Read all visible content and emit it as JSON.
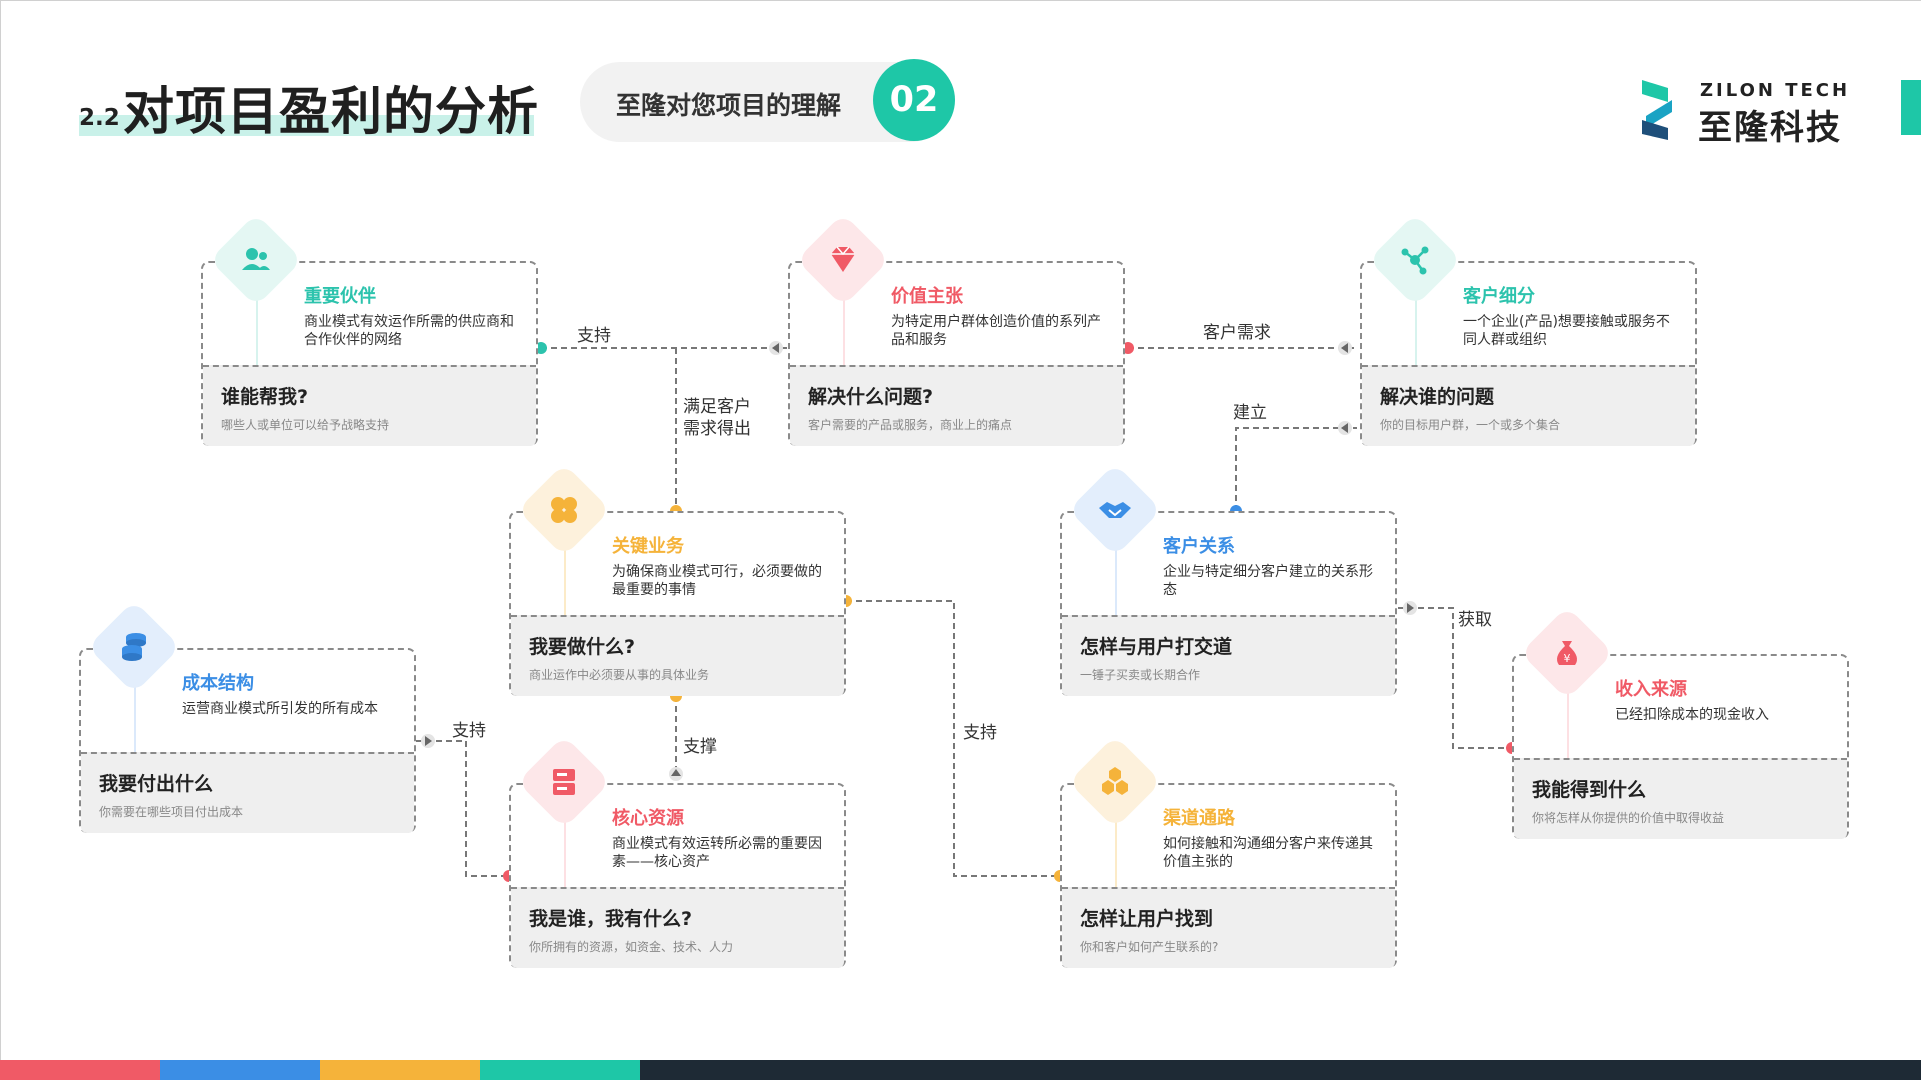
{
  "header": {
    "section_num": "2.2",
    "title": "对项目盈利的分析",
    "pill_label": "至隆对您项目的理解",
    "pill_number": "02",
    "logo_en": "ZILON TECH",
    "logo_cn": "至隆科技"
  },
  "colors": {
    "accent": "#1ec7a7",
    "teal": "#2cc3ad",
    "red": "#f05a66",
    "yellow": "#f5b33a",
    "blue": "#3b8ee5",
    "connector": "#777777"
  },
  "cards": {
    "partners": {
      "icon": "users-icon",
      "title": "重要伙伴",
      "desc": "商业模式有效运作所需的供应商和合作伙伴的网络",
      "question": "谁能帮我?",
      "sub": "哪些人或单位可以给予战略支持"
    },
    "value": {
      "icon": "diamond-gem-icon",
      "title": "价值主张",
      "desc": "为特定用户群体创造价值的系列产品和服务",
      "question": "解决什么问题?",
      "sub": "客户需要的产品或服务，商业上的痛点"
    },
    "segments": {
      "icon": "network-nodes-icon",
      "title": "客户细分",
      "desc": "一个企业(产品)想要接触或服务不同人群或组织",
      "question": "解决谁的问题",
      "sub": "你的目标用户群，一个或多个集合"
    },
    "activities": {
      "icon": "clover-grid-icon",
      "title": "关键业务",
      "desc": "为确保商业模式可行，必须要做的最重要的事情",
      "question": "我要做什么?",
      "sub": "商业运作中必须要从事的具体业务"
    },
    "relations": {
      "icon": "handshake-icon",
      "title": "客户关系",
      "desc": "企业与特定细分客户建立的关系形态",
      "question": "怎样与用户打交道",
      "sub": "一锤子买卖或长期合作"
    },
    "cost": {
      "icon": "coin-stack-icon",
      "title": "成本结构",
      "desc": "运营商业模式所引发的所有成本",
      "question": "我要付出什么",
      "sub": "你需要在哪些项目付出成本"
    },
    "revenue": {
      "icon": "money-bag-icon",
      "title": "收入来源",
      "desc": "已经扣除成本的现金收入",
      "question": "我能得到什么",
      "sub": "你将怎样从你提供的价值中取得收益"
    },
    "resources": {
      "icon": "server-icon",
      "title": "核心资源",
      "desc": "商业模式有效运转所必需的重要因素——核心资产",
      "question": "我是谁，我有什么?",
      "sub": "你所拥有的资源，如资金、技术、人力"
    },
    "channels": {
      "icon": "hexagons-icon",
      "title": "渠道通路",
      "desc": "如何接触和沟通细分客户来传递其价值主张的",
      "question": "怎样让用户找到",
      "sub": "你和客户如何产生联系的?"
    }
  },
  "connector_labels": {
    "support_top": "支持",
    "customer_needs": "客户需求",
    "satisfy_needs": "满足客户需求得出",
    "build": "建立",
    "obtain": "获取",
    "support_cost": "支持",
    "prop_up": "支撑",
    "support_mid": "支持"
  },
  "footer_colors": [
    "#f05a66",
    "#3b8ee5",
    "#f5b33a",
    "#1ec7a7",
    "#1e2a35"
  ]
}
